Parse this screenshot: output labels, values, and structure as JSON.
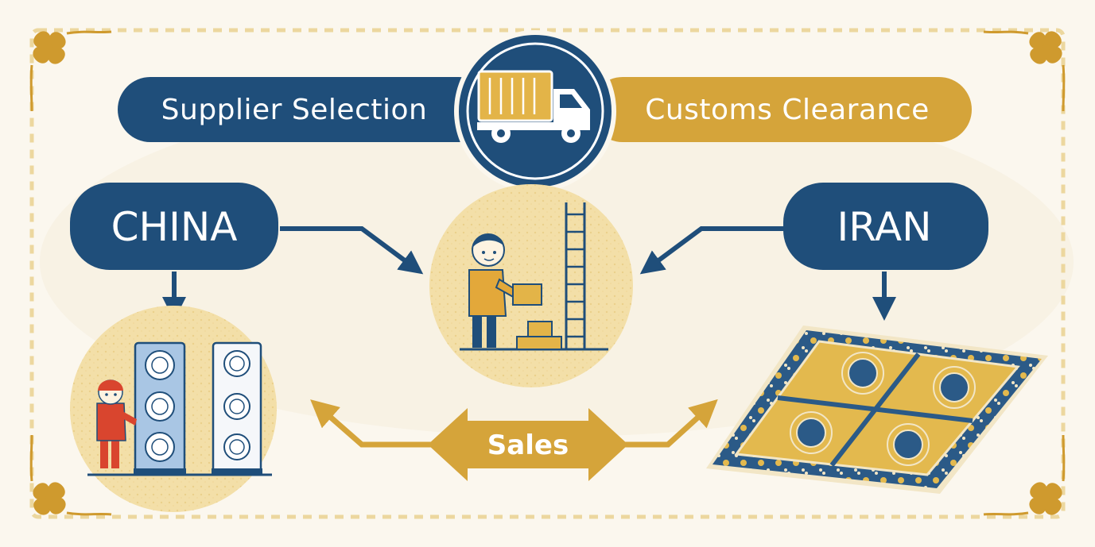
{
  "flow": {
    "supplier_label": "Supplier Selection",
    "customs_label": "Customs Clearance",
    "sales_label": "Sales"
  },
  "countries": {
    "left": "CHINA",
    "right": "IRAN"
  },
  "icons": {
    "hub": "delivery-truck-icon",
    "china_goods": "air-conditioner-units-icon",
    "center_worker": "worker-stacking-boxes-icon",
    "iran_goods": "persian-carpet-icon"
  },
  "colors": {
    "navy": "#1f4e7a",
    "gold": "#d5a43a",
    "cream": "#fbf7ee",
    "sand": "#f3dfa8"
  }
}
